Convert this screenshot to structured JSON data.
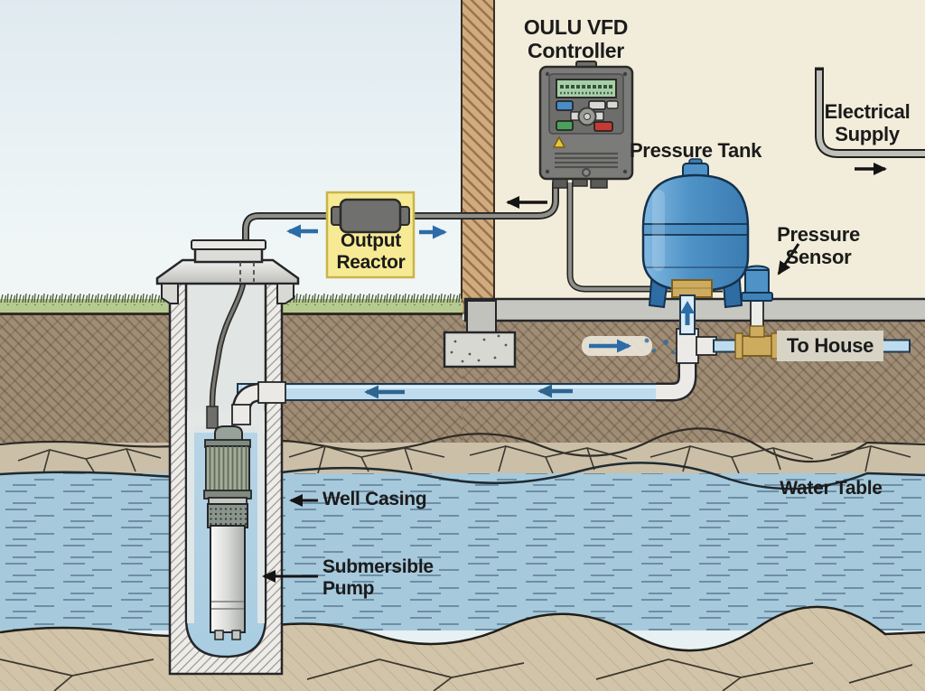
{
  "diagram": {
    "title_context": "Well pump system with VFD controller cutaway diagram",
    "labels": {
      "vfd": {
        "line1": "OULU VFD",
        "line2": "Controller"
      },
      "pressure_tank": "Pressure Tank",
      "electrical": {
        "line1": "Electrical",
        "line2": "Supply"
      },
      "pressure_sensor": {
        "line1": "Pressure",
        "line2": "Sensor"
      },
      "to_house": "To House",
      "output_reactor": {
        "line1": "Output",
        "line2": "Reactor"
      },
      "well_casing": "Well Casing",
      "submersible_pump": {
        "line1": "Submersible",
        "line2": "Pump"
      },
      "water_table": "Water Table"
    },
    "colors": {
      "sky": "#dfeaf0",
      "interior": "#f2edda",
      "soil": "#a08d76",
      "water": "#a7c9dc",
      "tank_blue": "#4e92c6",
      "pipe_blue": "#bedced",
      "brass": "#cdab5f",
      "reactor_highlight": "#f7ea94",
      "arrow_blue": "#2c6ca8",
      "cable_gray": "#8e8e8a"
    }
  }
}
